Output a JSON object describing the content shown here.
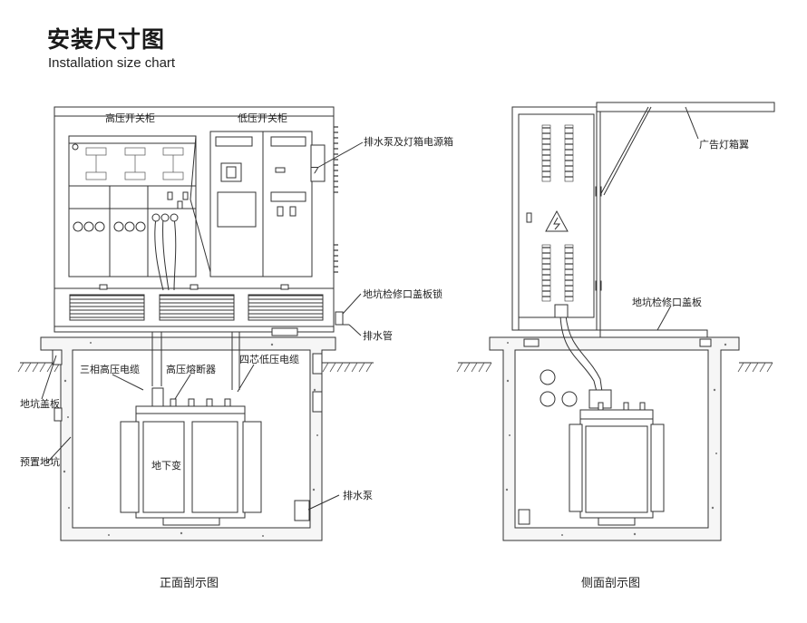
{
  "title": {
    "cn": "安装尺寸图",
    "en": "Installation size chart"
  },
  "front": {
    "caption": "正面剖示图",
    "labels": {
      "hv_cabinet": "高压开关柜",
      "lv_cabinet": "低压开关柜",
      "pump_light_power": "排水泵及灯箱电源箱",
      "pit_cover_lock": "地坑检修口盖板锁",
      "drain_pipe": "排水管",
      "three_phase_hv_cable": "三相高压电缆",
      "hv_fuse": "高压熔断器",
      "four_core_lv_cable": "四芯低压电缆",
      "pit_cover": "地坑盖板",
      "reserved_pit": "预置地坑",
      "underground_transformer": "地下变",
      "drain_pump": "排水泵"
    }
  },
  "side": {
    "caption": "侧面剖示图",
    "labels": {
      "billboard_wing": "广告灯箱翼",
      "pit_service_cover": "地坑检修口盖板"
    }
  }
}
